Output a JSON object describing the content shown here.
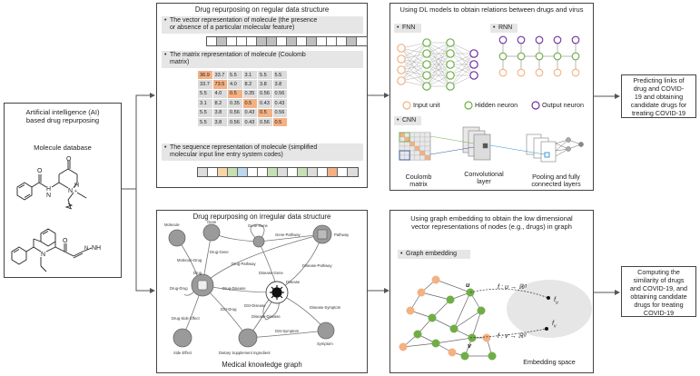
{
  "left": {
    "title_line1": "Artificial intelligence (AI)",
    "title_line2": "based drug repurposing",
    "db_label": "Molecule database"
  },
  "regular": {
    "title": "Drug repurposing on regular data structure",
    "vector_line1": "The vector representation of molecule (the presence",
    "vector_line2": "or absence of a particular molecular feature)",
    "vector_bits": [
      0,
      1,
      0,
      0,
      0,
      1,
      1,
      0,
      1,
      0,
      1,
      0,
      0,
      0,
      1,
      0
    ],
    "matrix_line1": "The matrix representation of molecule (Coulomb",
    "matrix_line2": "matrix)",
    "matrix": [
      [
        "36.9",
        "33.7",
        "5.5",
        "3.1",
        "5.5",
        "5.5"
      ],
      [
        "33.7",
        "73.5",
        "4.0",
        "8.2",
        "3.8",
        "3.8"
      ],
      [
        "5.5",
        "4.0",
        "0.5",
        "0.35",
        "0.56",
        "0.56"
      ],
      [
        "3.1",
        "8.2",
        "0.35",
        "0.5",
        "0.43",
        "0.43"
      ],
      [
        "5.5",
        "3.8",
        "0.56",
        "0.43",
        "0.5",
        "0.56"
      ],
      [
        "5.5",
        "3.8",
        "0.56",
        "0.43",
        "0.56",
        "0.5"
      ]
    ],
    "sequence_line1": "The sequence representation of molecule (simplified",
    "sequence_line2": "molecular input line entry system codes)",
    "sequence_colors": [
      "#dddddd",
      "#ffffff",
      "#f6d5a8",
      "#c6e0b4",
      "#bdd7ee",
      "#ffffff",
      "#ffffff",
      "#c6e0b4",
      "#dddddd",
      "#ffffff",
      "#c6e0b4",
      "#dddddd",
      "#ffffff",
      "#f4b183",
      "#ffffff",
      "#dddddd"
    ]
  },
  "irregular": {
    "title": "Drug repurposing on irregular data structure",
    "caption": "Medical knowledge graph",
    "nodes": {
      "molecule": "Molecule",
      "gene": "Gene",
      "pathway": "Pathway",
      "drug": "Drug",
      "disease": "Disease",
      "side_effect": "Side Effect",
      "symptom": "Symptom",
      "dsi": "Dietary Supplement Ingredient"
    },
    "edges": {
      "gene_gene": "Gene-Gene",
      "gene_pathway": "Gene-Pathway",
      "drug_gene": "Drug-Gene",
      "drug_pathway": "Drug-Pathway",
      "molecule_drug": "Molecule-Drug",
      "drug_drug": "Drug-Drug",
      "drug_disease": "Drug-Disease",
      "disease_gene": "Disease-Gene",
      "disease_pathway": "Disease-Pathway",
      "disease_disease": "Disease-Disease",
      "drug_side_effect": "Drug-Side Effect",
      "dsi_drug": "DSI-Drug",
      "dsi_disease": "DSI-Disease",
      "dsi_symptom": "DSI-Symptom",
      "disease_symptom": "Disease-Symptom"
    }
  },
  "dl": {
    "title": "Using DL models to obtain relations between drugs and virus",
    "fnn": "FNN",
    "rnn": "RNN",
    "cnn": "CNN",
    "legend_input": "Input unit",
    "legend_hidden": "Hidden neuron",
    "legend_output": "Output neuron",
    "coulomb_line1": "Coulomb",
    "coulomb_line2": "matrix",
    "conv_line1": "Convolutional",
    "conv_line2": "layer",
    "pool_line1": "Pooling  and fully",
    "pool_line2": "connected layers"
  },
  "graph": {
    "title_line1": "Using graph embedding to obtain the low dimensional",
    "title_line2": "vector representations of nodes (e.g., drugs) in graph",
    "label": "Graph embedding",
    "u": "u",
    "v": "v",
    "f_u": "f : u → ℝᵈ",
    "f_v": "f : v → ℝᵈ",
    "fu": "f",
    "fu_sub": "u",
    "fv": "f",
    "fv_sub": "v",
    "space": "Embedding space"
  },
  "out1": {
    "l1": "Predicting links of",
    "l2": "drug and COVID-",
    "l3": "19 and obtaining",
    "l4": "candidate drugs for",
    "l5": "treating COVID-19"
  },
  "out2": {
    "l1": "Computing the",
    "l2": "similarity of drugs",
    "l3": "and COVID-19, and",
    "l4": "obtaining candidate",
    "l5": "drugs for treating",
    "l6": "COVID-19"
  },
  "colors": {
    "orange": "#f4b183",
    "green": "#70ad47",
    "purple": "#7030a0",
    "blue": "#2f5597",
    "highlight": "#f4b183"
  }
}
